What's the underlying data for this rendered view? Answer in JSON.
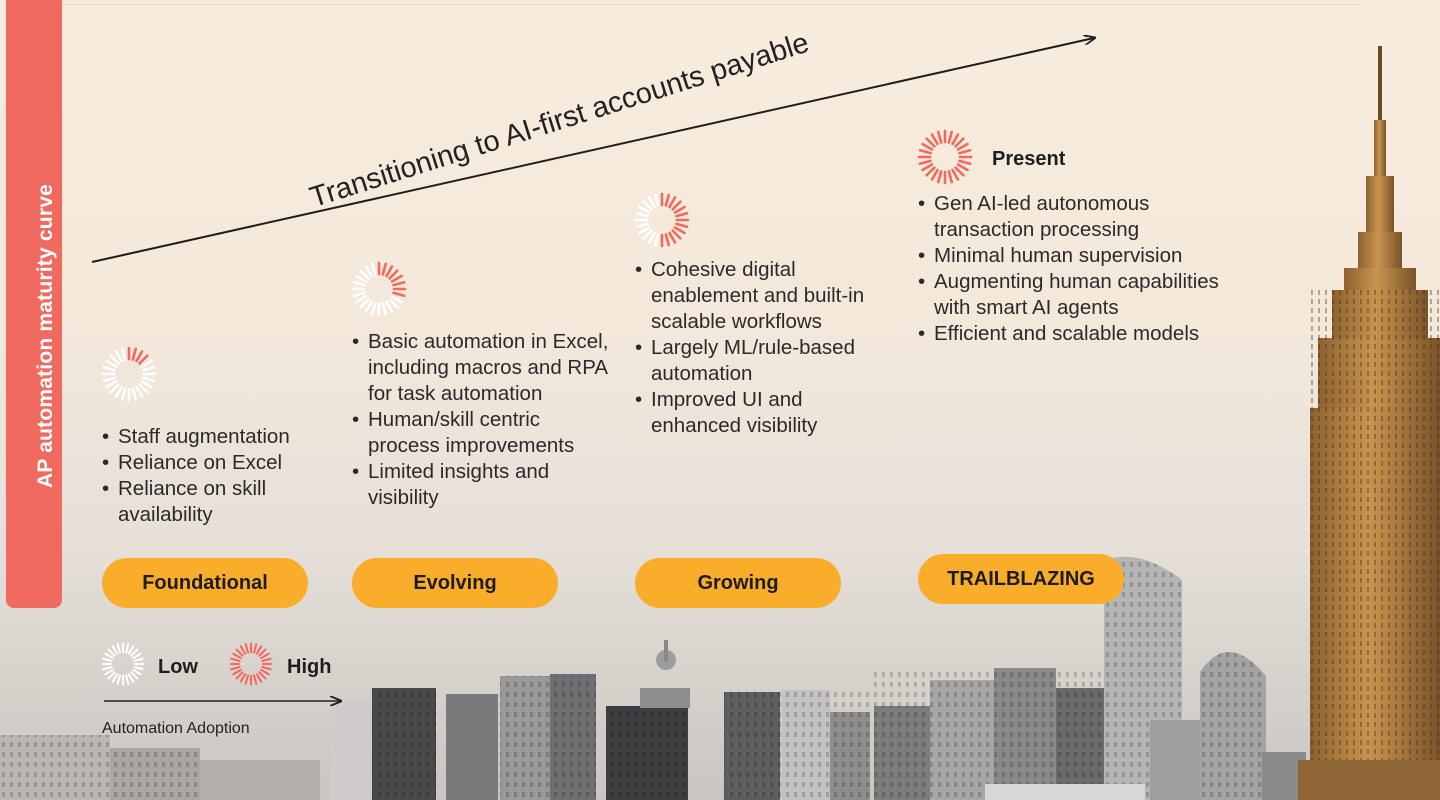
{
  "sidebar": {
    "label": "AP automation maturity curve"
  },
  "trend": {
    "label": "Transitioning to AI-first accounts payable"
  },
  "stages": [
    {
      "key": "foundational",
      "label": "Foundational",
      "level": 0.15,
      "bullets": [
        "Staff augmentation",
        "Reliance on Excel",
        "Reliance on skill availability"
      ]
    },
    {
      "key": "evolving",
      "label": "Evolving",
      "level": 0.35,
      "bullets": [
        "Basic automation in Excel, including macros and RPA for task automation",
        "Human/skill centric process improvements",
        "Limited insights and visibility"
      ]
    },
    {
      "key": "growing",
      "label": "Growing",
      "level": 0.55,
      "bullets": [
        "Cohesive digital enablement and built-in scalable workflows",
        "Largely ML/rule-based automation",
        "Improved UI and enhanced visibility"
      ]
    },
    {
      "key": "trailblazing",
      "label": "TRAILBLAZING",
      "level": 1.0,
      "marker": "Present",
      "bullets": [
        "Gen AI-led autonomous transaction processing",
        "Minimal human supervision",
        "Augmenting human capabilities with smart AI agents",
        "Efficient and scalable models"
      ]
    }
  ],
  "legend": {
    "low": "Low",
    "high": "High",
    "axis_label": "Automation Adoption"
  },
  "colors": {
    "accent": "#f06a60",
    "pill": "#f9ad2b",
    "low_tick": "#ffffff",
    "high_tick": "#f06a60"
  }
}
